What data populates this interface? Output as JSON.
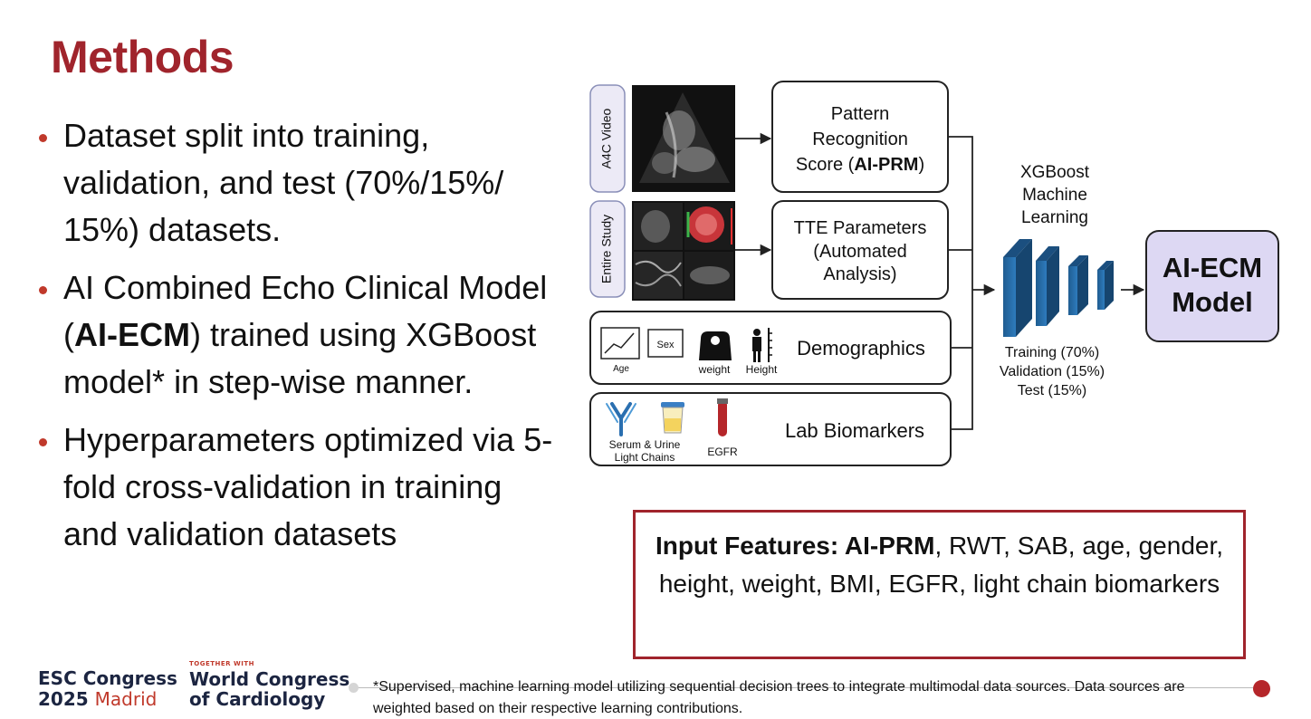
{
  "title": "Methods",
  "bullets": [
    {
      "text": "Dataset split into training, validation, and test (70%/15%/ 15%) datasets."
    },
    {
      "pre": "AI Combined Echo Clinical Model (",
      "bold": "AI-ECM",
      "post": ") trained using XGBoost model* in step-wise manner."
    },
    {
      "text": "Hyperparameters optimized via 5-fold cross-validation in training and validation datasets"
    }
  ],
  "diagram": {
    "a4c_label": "A4C Video",
    "entire_study_label": "Entire Study",
    "prm_line1": "Pattern",
    "prm_line2": "Recognition",
    "prm_line3_pre": "Score (",
    "prm_line3_bold": "AI-PRM",
    "prm_line3_post": ")",
    "tte_line1": "TTE Parameters",
    "tte_line2": "(Automated",
    "tte_line3": "Analysis)",
    "demographics_label": "Demographics",
    "age_label": "Age",
    "sex_label": "Sex",
    "weight_label": "weight",
    "height_label": "Height",
    "lab_label": "Lab Biomarkers",
    "serum_line1": "Serum & Urine",
    "serum_line2": "Light Chains",
    "egfr_label": "EGFR",
    "xgb_line1": "XGBoost",
    "xgb_line2": "Machine",
    "xgb_line3": "Learning",
    "split_line1": "Training (70%)",
    "split_line2": "Validation (15%)",
    "split_line3": "Test (15%)",
    "output_line1": "AI-ECM",
    "output_line2": "Model"
  },
  "features": {
    "label": "Input Features: AI-PRM",
    "rest": ", RWT, SAB, age, gender, height, weight, BMI, EGFR, light chain biomarkers"
  },
  "logos": {
    "esc_line1": "ESC Congress",
    "esc_year": "2025",
    "esc_city": "Madrid",
    "together": "TOGETHER WITH",
    "wc_line1": "World Congress",
    "wc_line2": "of Cardiology"
  },
  "footnote": "*Supervised, machine learning model utilizing sequential decision trees to integrate multimodal data sources.  Data sources are weighted based on their respective learning contributions.",
  "colors": {
    "accent": "#a0242c",
    "output_box": "#ddd8f3",
    "side_label_box": "#eceaf6"
  }
}
